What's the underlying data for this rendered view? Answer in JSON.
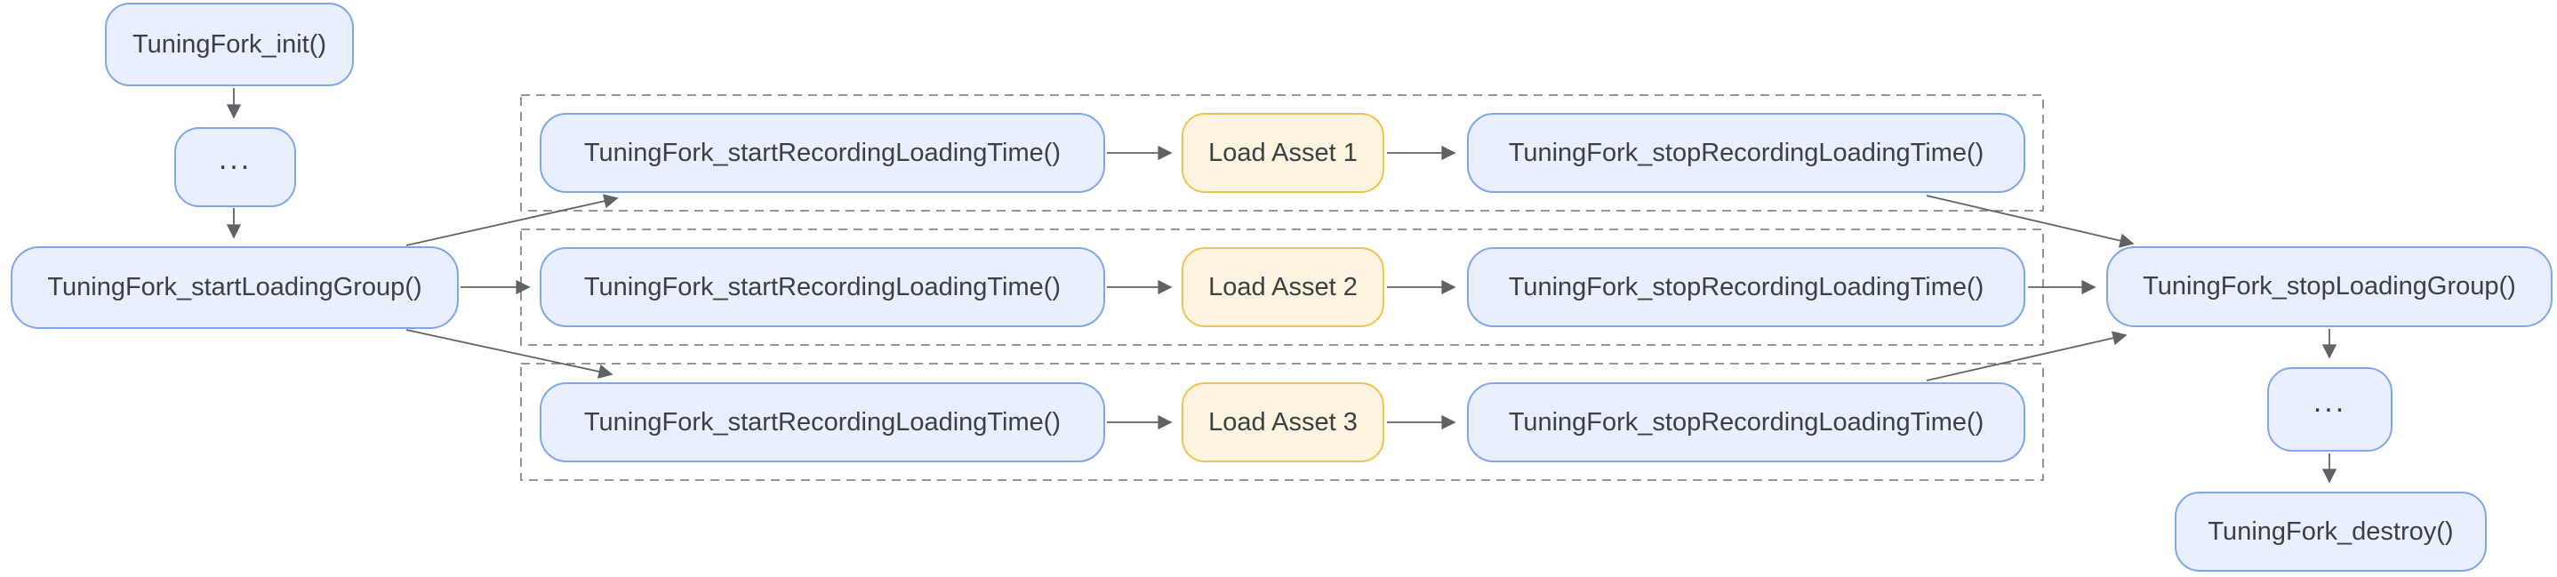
{
  "diagram": {
    "left_chain": {
      "init_label": "TuningFork_init()",
      "ellipsis_label": "...",
      "start_group_label": "TuningFork_startLoadingGroup()"
    },
    "loading_rows": [
      {
        "start_label": "TuningFork_startRecordingLoadingTime()",
        "asset_label": "Load Asset 1",
        "stop_label": "TuningFork_stopRecordingLoadingTime()"
      },
      {
        "start_label": "TuningFork_startRecordingLoadingTime()",
        "asset_label": "Load Asset 2",
        "stop_label": "TuningFork_stopRecordingLoadingTime()"
      },
      {
        "start_label": "TuningFork_startRecordingLoadingTime()",
        "asset_label": "Load Asset 3",
        "stop_label": "TuningFork_stopRecordingLoadingTime()"
      }
    ],
    "right_chain": {
      "stop_group_label": "TuningFork_stopLoadingGroup()",
      "ellipsis_label": "...",
      "destroy_label": "TuningFork_destroy()"
    },
    "colors": {
      "api_box_fill": "#E9EFFC",
      "api_box_border": "#7FA6EE",
      "asset_box_fill": "#FCF4DE",
      "asset_box_border": "#F0C350",
      "text": "#3C4043",
      "connector": "#5F6368",
      "group_outline": "#85898D"
    }
  }
}
